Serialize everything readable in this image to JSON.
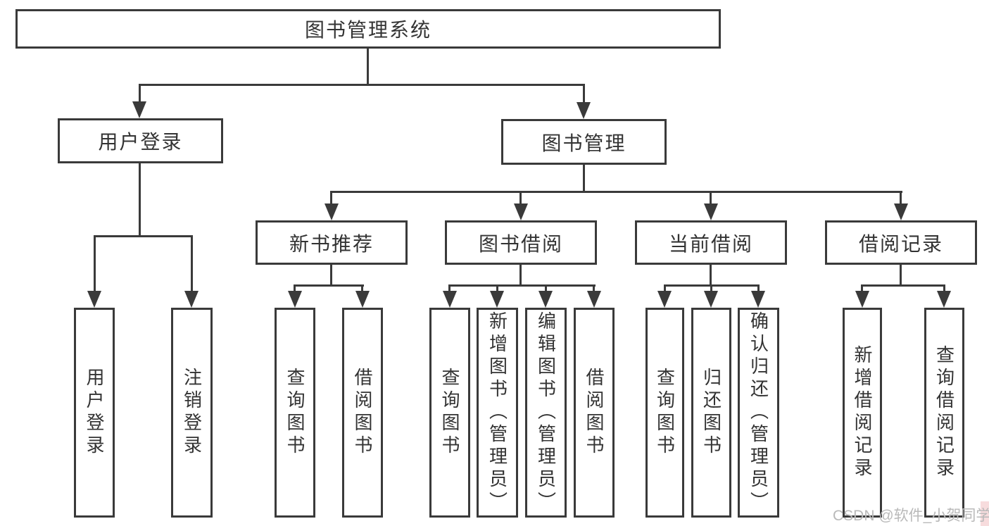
{
  "diagram": {
    "type": "hierarchy-tree",
    "tree": {
      "label": "图书管理系统",
      "children": [
        {
          "label": "用户登录",
          "children": [
            {
              "label": "用户登录"
            },
            {
              "label": "注销登录"
            }
          ]
        },
        {
          "label": "图书管理",
          "children": [
            {
              "label": "新书推荐",
              "children": [
                {
                  "label": "查询图书"
                },
                {
                  "label": "借阅图书"
                }
              ]
            },
            {
              "label": "图书借阅",
              "children": [
                {
                  "label": "查询图书"
                },
                {
                  "label": "新增图书（管理员）"
                },
                {
                  "label": "编辑图书（管理员）"
                },
                {
                  "label": "借阅图书"
                }
              ]
            },
            {
              "label": "当前借阅",
              "children": [
                {
                  "label": "查询图书"
                },
                {
                  "label": "归还图书"
                },
                {
                  "label": "确认归还（管理员）"
                }
              ]
            },
            {
              "label": "借阅记录",
              "children": [
                {
                  "label": "新增借阅记录"
                },
                {
                  "label": "查询借阅记录"
                }
              ]
            }
          ]
        }
      ]
    }
  },
  "watermark": {
    "text": "CSDN @软件_小贺同学"
  },
  "colors": {
    "line": "#3a3a3a",
    "text": "#333333",
    "background": "#ffffff",
    "watermark_text": "#b9b9b9",
    "corner_strip": "#f2c4c6"
  }
}
